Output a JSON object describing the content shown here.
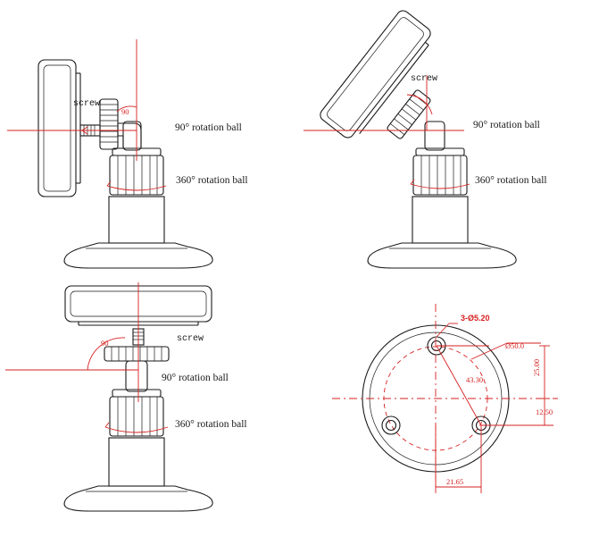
{
  "labels": {
    "screw": "screw",
    "rot90": "90° rotation ball",
    "rot360": "360° rotation ball",
    "angle90": "90"
  },
  "dimensions": {
    "holes": "3-Ø5.20",
    "d50": "Ø50.0",
    "r43": "43.30",
    "v25": "25.00",
    "v12": "12.50",
    "h21": "21.65"
  },
  "colors": {
    "line": "#1a1a1a",
    "dimension": "#d62020"
  }
}
